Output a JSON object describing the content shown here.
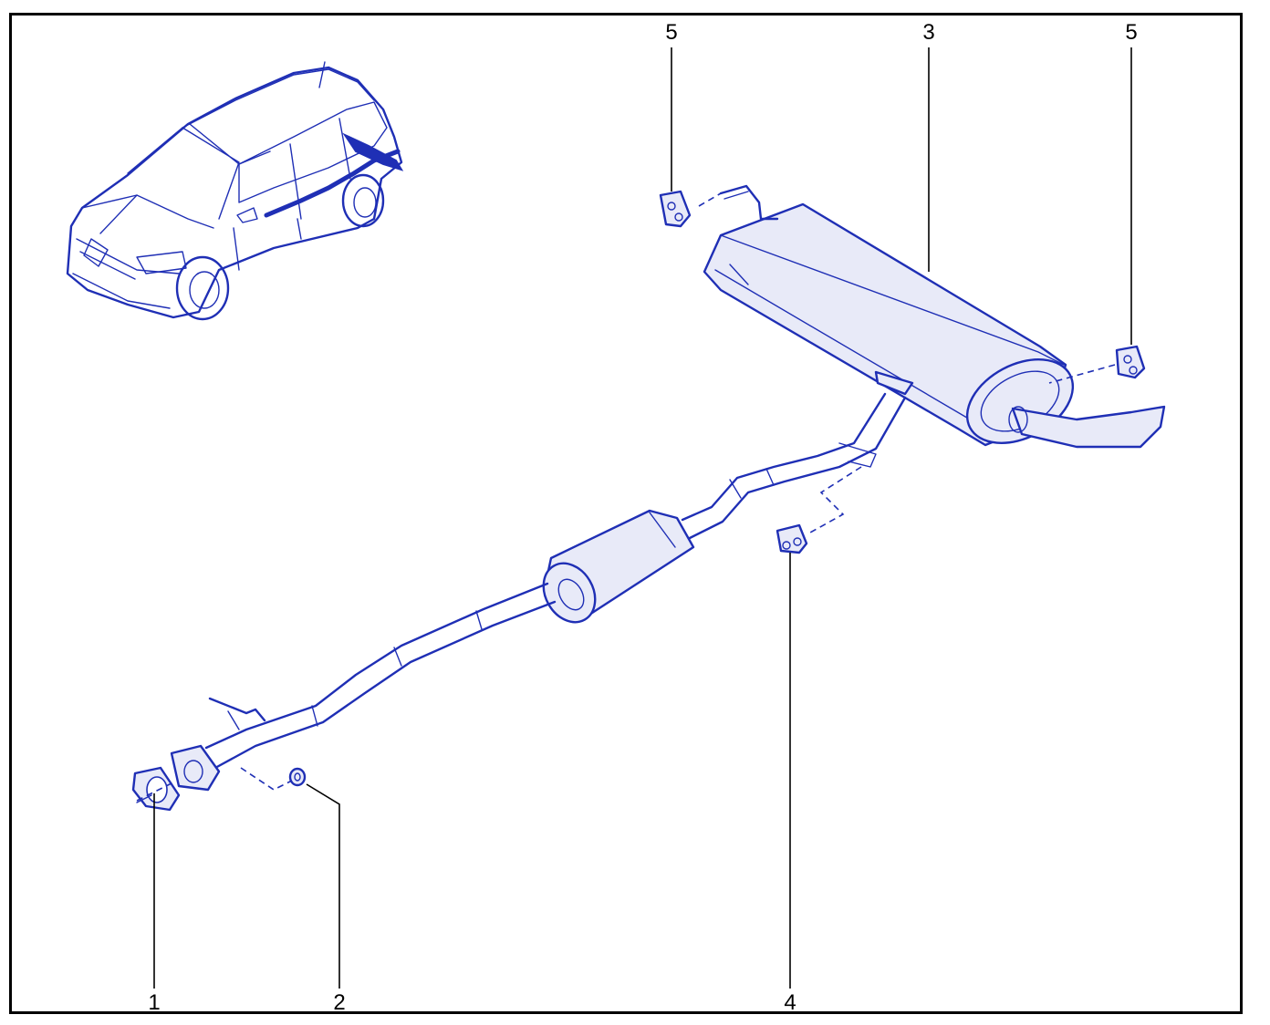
{
  "colors": {
    "line": "#1f2fb5",
    "fill": "#e8eaf8",
    "callout": "#000000",
    "frame": "#000000",
    "background": "#ffffff"
  },
  "callouts": {
    "c1": "1",
    "c2": "2",
    "c3": "3",
    "c4": "4",
    "c5a": "5",
    "c5b": "5"
  }
}
